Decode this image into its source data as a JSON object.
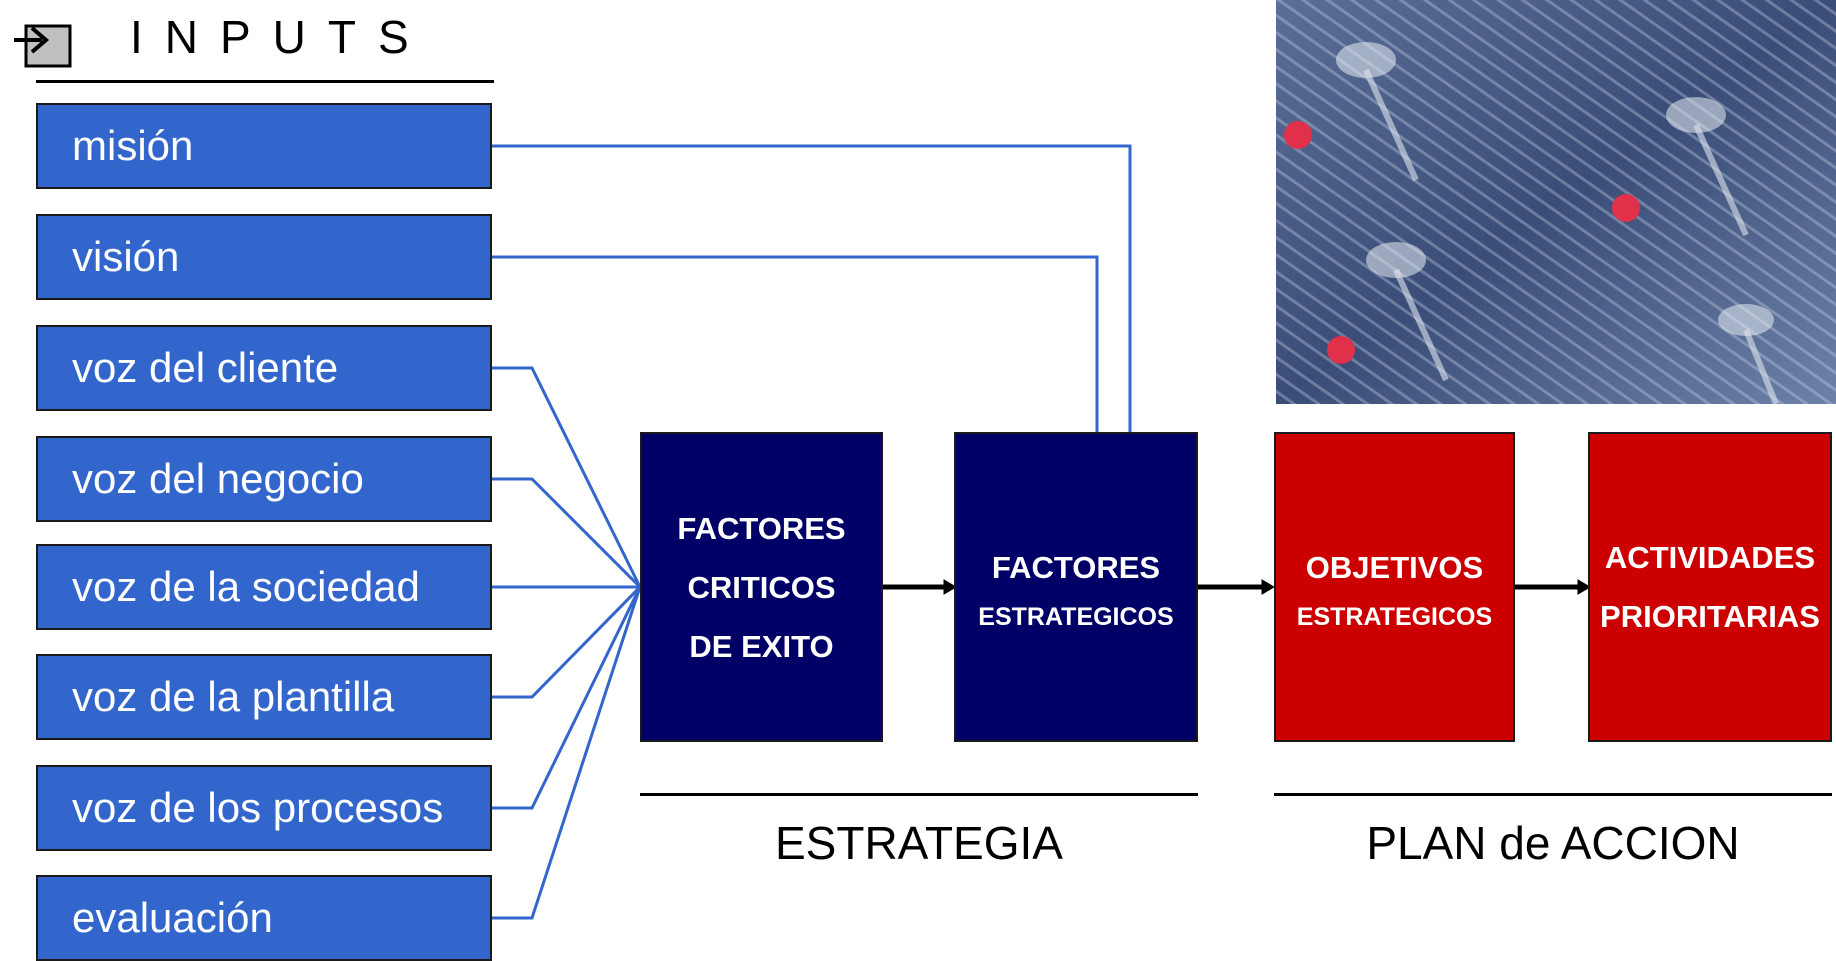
{
  "header": {
    "title": "INPUTS"
  },
  "inputs": [
    {
      "label": "misión"
    },
    {
      "label": "visión"
    },
    {
      "label": "voz del cliente"
    },
    {
      "label": "voz del negocio"
    },
    {
      "label": "voz de la sociedad"
    },
    {
      "label": "voz de la plantilla"
    },
    {
      "label": "voz de los procesos"
    },
    {
      "label": "evaluación"
    }
  ],
  "boxes": {
    "factores_criticos": {
      "line1": "FACTORES",
      "line2": "CRITICOS",
      "line3": "DE EXITO"
    },
    "factores_estrategicos": {
      "line1": "FACTORES",
      "line2": "ESTRATEGICOS"
    },
    "objetivos_estrategicos": {
      "line1": "OBJETIVOS",
      "line2": "ESTRATEGICOS"
    },
    "actividades_prioritarias": {
      "line1": "ACTIVIDADES",
      "line2": "PRIORITARIAS"
    }
  },
  "groups": {
    "estrategia": "ESTRATEGIA",
    "plan_accion": "PLAN de ACCION"
  },
  "colors": {
    "input_fill": "#3366cc",
    "connector": "#3366cc",
    "navy_box": "#000066",
    "red_box": "#cc0000"
  },
  "icons": {
    "header": "arrow-into-square-icon"
  }
}
